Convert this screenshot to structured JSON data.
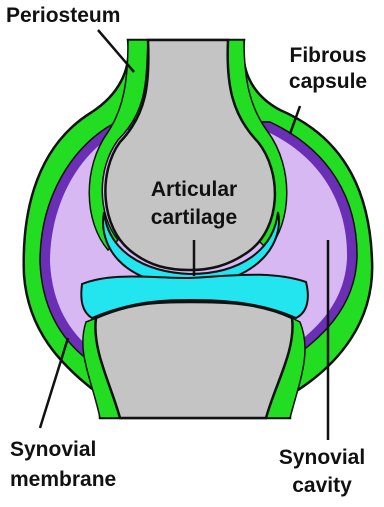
{
  "labels": {
    "periosteum": "Periosteum",
    "fibrous_capsule_line1": "Fibrous",
    "fibrous_capsule_line2": "capsule",
    "articular_cartilage_line1": "Articular",
    "articular_cartilage_line2": "cartilage",
    "synovial_membrane_line1": "Synovial",
    "synovial_membrane_line2": "membrane",
    "synovial_cavity_line1": "Synovial",
    "synovial_cavity_line2": "cavity"
  },
  "colors": {
    "bone": "#c4c4c4",
    "capsule": "#22dd22",
    "synovial_fluid": "#d7b8f3",
    "synovial_membrane": "#6a2fb4",
    "cartilage": "#22e5f0",
    "outline": "#111111"
  }
}
